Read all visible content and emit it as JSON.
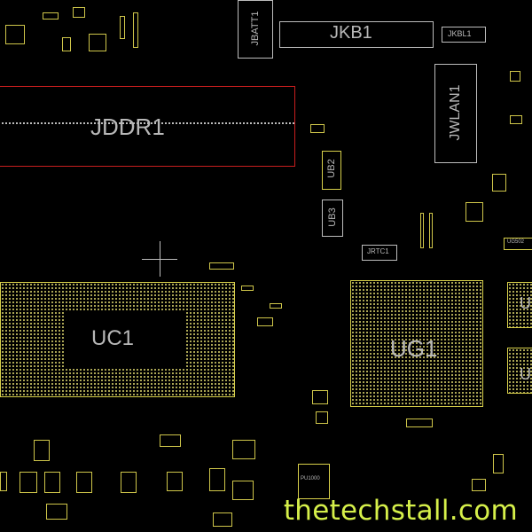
{
  "labels": {
    "jddr1": "JDDR1",
    "jkb1": "JKB1",
    "jkbl1": "JKBL1",
    "jbatt1": "JBATT1",
    "jwlan1": "JWLAN1",
    "ub2": "UB2",
    "ub3": "UB3",
    "jrtc1": "JRTC1",
    "uc1": "UC1",
    "ug1": "UG1",
    "pu1000": "PU1000",
    "ug_small": "UG502",
    "u_right_a": "U",
    "u_right_b": "U"
  },
  "watermark": "thetechstall.com",
  "colors": {
    "background": "#000000",
    "component_outline": "#d8d04a",
    "ddr_outline": "#c81e1e",
    "label": "#b8b8b8",
    "watermark": "#d6f04a"
  }
}
